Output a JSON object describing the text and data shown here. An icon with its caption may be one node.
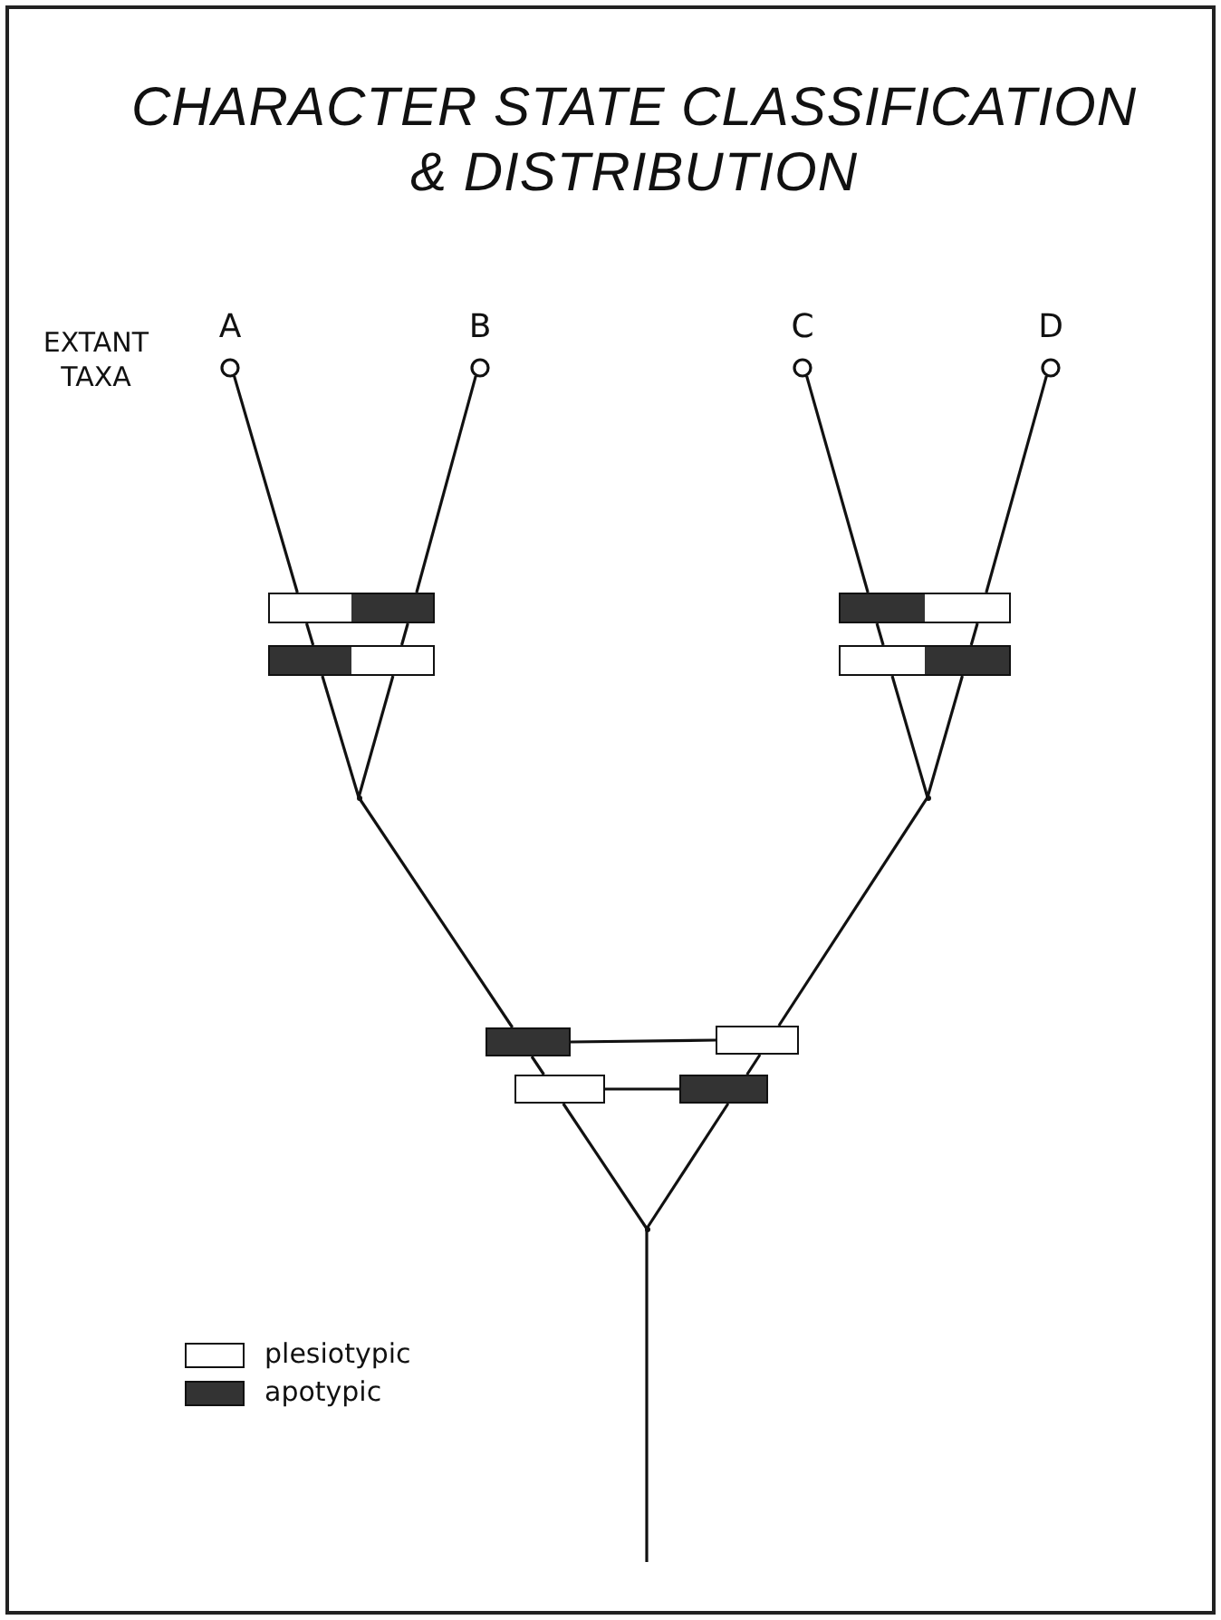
{
  "diagram": {
    "title": "CHARACTER STATE CLASSIFICATION & DISTRIBUTION",
    "nodes": [
      {
        "text": [
          "A"
        ]
      },
      {
        "text": [
          "B"
        ]
      },
      {
        "text": [
          "C"
        ]
      },
      {
        "text": [
          "D"
        ]
      },
      {
        "text": [],
        "shape": "bar"
      },
      {
        "text": [],
        "shape": "bar"
      },
      {
        "text": [],
        "shape": "bar"
      },
      {
        "text": [],
        "shape": "bar"
      },
      {
        "text": [],
        "shape": "point"
      },
      {
        "text": [],
        "shape": "point"
      },
      {
        "text": [],
        "shape": "bar"
      },
      {
        "text": [],
        "shape": "bar"
      },
      {
        "text": [],
        "shape": "bar"
      },
      {
        "text": [],
        "shape": "bar"
      },
      {
        "text": [],
        "shape": "point"
      }
    ],
    "edges": [
      {
        "from": 0,
        "to": 4,
        "arrow": "none"
      },
      {
        "from": 1,
        "to": 4,
        "arrow": "none"
      },
      {
        "from": 4,
        "to": 6,
        "arrow": "none"
      },
      {
        "from": 4,
        "to": 6,
        "arrow": "none"
      },
      {
        "from": 6,
        "to": 8,
        "arrow": "none"
      },
      {
        "from": 6,
        "to": 8,
        "arrow": "none"
      },
      {
        "from": 2,
        "to": 5,
        "arrow": "none"
      },
      {
        "from": 3,
        "to": 5,
        "arrow": "none"
      },
      {
        "from": 5,
        "to": 7,
        "arrow": "none"
      },
      {
        "from": 5,
        "to": 7,
        "arrow": "none"
      },
      {
        "from": 7,
        "to": 9,
        "arrow": "none"
      },
      {
        "from": 7,
        "to": 9,
        "arrow": "none"
      },
      {
        "from": 8,
        "to": 10,
        "arrow": "none"
      },
      {
        "from": 10,
        "to": 12,
        "arrow": "none"
      },
      {
        "from": 12,
        "to": 14,
        "arrow": "none"
      },
      {
        "from": 9,
        "to": 11,
        "arrow": "none"
      },
      {
        "from": 11,
        "to": 13,
        "arrow": "none"
      },
      {
        "from": 13,
        "to": 14,
        "arrow": "none"
      },
      {
        "from": 14,
        "to": null,
        "arrow": "none"
      },
      {
        "from": 10,
        "to": 11,
        "arrow": "none"
      },
      {
        "from": 12,
        "to": 13,
        "arrow": "none"
      }
    ],
    "labels": [
      "EXTANT TAXA"
    ],
    "legend": [
      {
        "text": "plesiotypic",
        "color": "#ffffff"
      },
      {
        "text": "apotypic",
        "color": "#333333"
      }
    ]
  }
}
